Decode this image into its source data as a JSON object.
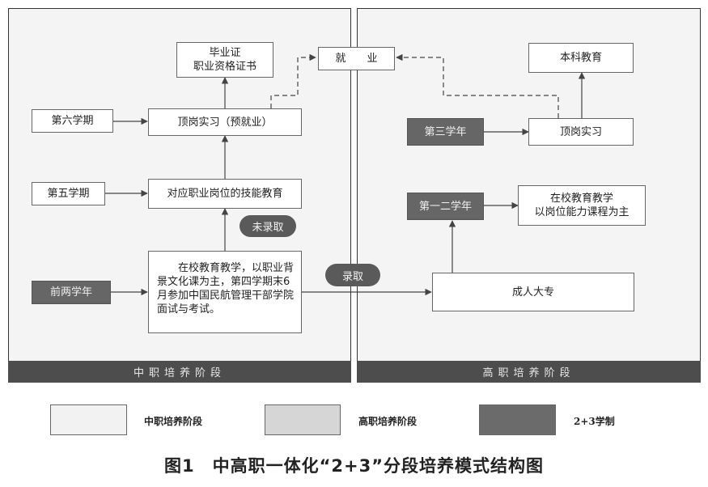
{
  "nodes": {
    "diploma": "毕业证\n职业资格证书",
    "employment": "就　　业",
    "bachelor": "本科教育",
    "sem6": "第六学期",
    "internship_pre": "顶岗实习（预就业）",
    "year3": "第三学年",
    "internship": "顶岗实习",
    "sem5": "第五学期",
    "skills": "对应职业岗位的技能教育",
    "year12": "第一二学年",
    "campus_high": "在校教育教学\n以岗位能力课程为主",
    "not_admitted": "未录取",
    "admitted": "录取",
    "first_two": "前两学年",
    "campus_mid": "在校教育教学，以职业背景文化课为主，第四学期末6月参加中国民航管理干部学院面试与考试。",
    "adult": "成人大专"
  },
  "stages": {
    "mid": "中职培养阶段",
    "high": "高职培养阶段"
  },
  "legend": {
    "mid": "中职培养阶段",
    "high": "高职培养阶段",
    "system": "2+3学制"
  },
  "colors": {
    "panel": "#f4f4f4",
    "footer": "#4d4d4d",
    "dark_box": "#666666",
    "pill": "#5a5a5a"
  },
  "caption": "图1　中高职一体化“2+3”分段培养模式结构图"
}
